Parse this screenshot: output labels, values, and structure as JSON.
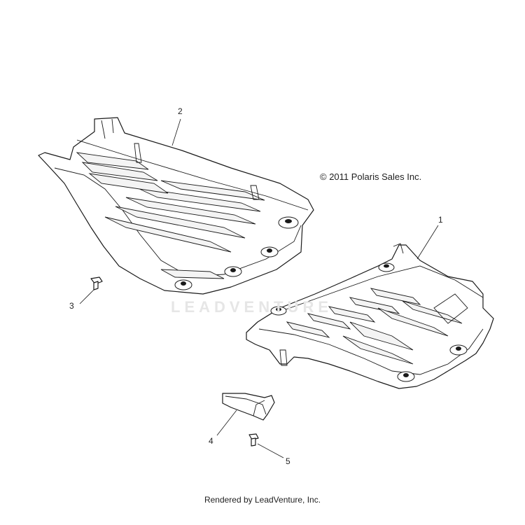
{
  "copyright": "© 2011 Polaris Sales Inc.",
  "watermark": "LEADVENTURE",
  "footer": "Rendered by LeadVenture, Inc.",
  "callouts": {
    "c1": "1",
    "c2": "2",
    "c3": "3",
    "c4": "4",
    "c5": "5"
  },
  "parts": [
    {
      "callout": "1",
      "icon": "skid-plate-front"
    },
    {
      "callout": "2",
      "icon": "skid-plate-rear"
    },
    {
      "callout": "3",
      "icon": "bolt"
    },
    {
      "callout": "4",
      "icon": "bracket"
    },
    {
      "callout": "5",
      "icon": "screw"
    }
  ]
}
